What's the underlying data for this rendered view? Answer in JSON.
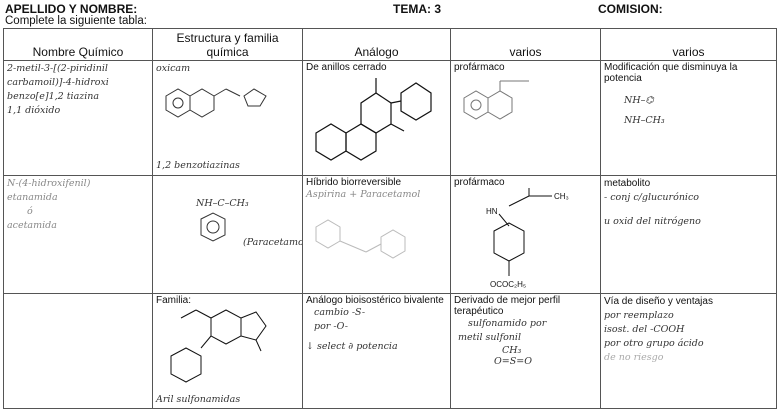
{
  "header": {
    "name_label": "APELLIDO Y NOMBRE:",
    "tema_label": "TEMA: 3",
    "comision_label": "COMISION:"
  },
  "instructions": "Complete la siguiente tabla:",
  "columns": [
    "Nombre Químico",
    "Estructura y familia química",
    "Análogo",
    "varios",
    "varios"
  ],
  "rows": [
    {
      "name_hw": [
        "2-metil-3-[(2-piridinil",
        "carbamoil)]-4-hidroxi",
        "benzo[e]1,2 tiazina",
        "1,1 dióxido"
      ],
      "struct_hw": "oxicam",
      "struct_family_hw": "1,2 benzotiazinas",
      "analog_label": "De anillos cerrado",
      "varios1_label": "profármaco",
      "varios2_label": "Modificación que disminuya la potencia",
      "varios2_hw": [
        "NH–⌬",
        "NH–CH₃"
      ]
    },
    {
      "name_hw": [
        "N-(4-hidroxifenil)",
        "etanamida",
        "ó",
        "acetamida"
      ],
      "struct_hw": "(Paracetamol)",
      "struct_formula": "NH–C–CH₃",
      "analog_label": "Híbrido biorreversible",
      "analog_hw": "Aspirina + Paracetamol",
      "varios1_label": "profármaco",
      "varios1_sub": "OCOC₂H₅",
      "varios1_ch3": "CH₃",
      "varios1_hn": "HN",
      "varios2_label": "metabolito",
      "varios2_hw": [
        "- conj c/glucurónico",
        "u oxid del nitrógeno"
      ]
    },
    {
      "struct_label": "Familia:",
      "struct_hw": "Aril sulfonamidas",
      "analog_label": "Análogo bioisostérico bivalente",
      "analog_hw": [
        "cambio  -S-",
        "por  -O-",
        "↓ select ∂ potencia"
      ],
      "varios1_label": "Derivado de mejor perfil terapéutico",
      "varios1_hw": [
        "sulfonamido por",
        "metil sulfonil",
        "CH₃",
        "O=S=O"
      ],
      "varios2_label": "Vía de diseño y ventajas",
      "varios2_hw": [
        "por reemplazo",
        "isost. del -COOH",
        "por otro grupo ácido",
        "de no riesgo"
      ]
    }
  ]
}
